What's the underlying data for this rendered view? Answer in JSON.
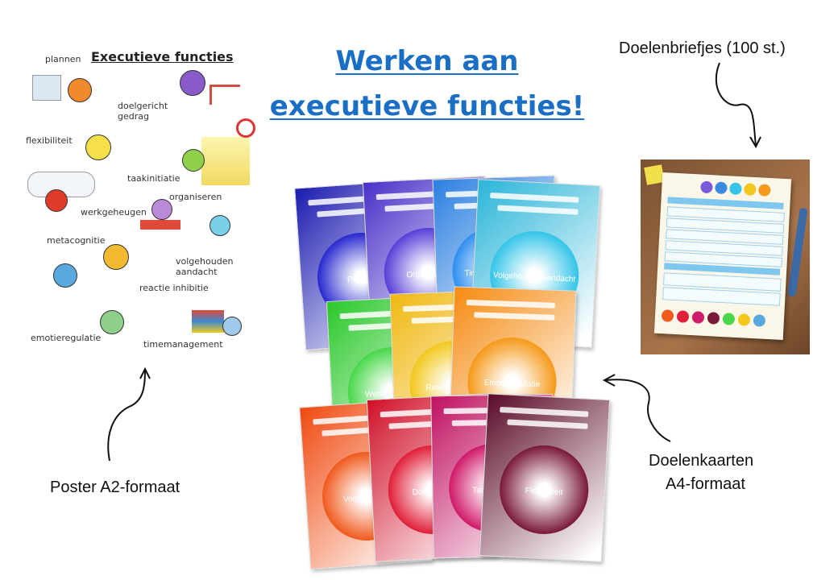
{
  "title": {
    "line1": "Werken aan ",
    "line2": "executieve functies!"
  },
  "labels": {
    "doelenbriefjes": "Doelenbriefjes (100 st.)",
    "poster": "Poster A2-formaat",
    "doelenkaarten_line1": "Doelenkaarten",
    "doelenkaarten_line2": "A4-formaat"
  },
  "poster": {
    "title": "Executieve functies",
    "items": [
      "plannen",
      "doelgericht gedrag",
      "flexibiliteit",
      "taakinitiatie",
      "werkgeheugen",
      "organiseren",
      "metacognitie",
      "volgehouden aandacht",
      "reactie inhibitie",
      "emotieregulatie",
      "timemanagement"
    ]
  },
  "cards": {
    "labels": [
      "Plannen",
      "Organiseren",
      "Timemanagement",
      "Volgehouden aandacht",
      "Werkgeheugen",
      "Reactie inhibitie",
      "Emotieregulatie",
      "Volgehouden",
      "Doelgericht",
      "Taakinitiatie",
      "Flexibiliteit"
    ]
  },
  "colors": {
    "title": "#1a6fc4",
    "card_colors": [
      "#2a2ad0",
      "#5a3fd8",
      "#2f8ff0",
      "#35c5e8",
      "#4ad84a",
      "#f2c81e",
      "#f59a1a",
      "#f05a1e",
      "#e0203a",
      "#d01a6a",
      "#7a1a3a"
    ]
  },
  "icons": [
    "arrow-to-notepad",
    "arrow-from-poster",
    "arrow-to-cards"
  ]
}
